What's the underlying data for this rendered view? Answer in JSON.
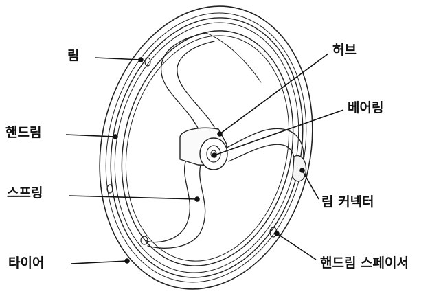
{
  "labels": {
    "rim": "림",
    "handrim": "핸드림",
    "spring": "스프링",
    "tire": "타이어",
    "hub": "허브",
    "bearing": "베어링",
    "rim_connector": "림 커넥터",
    "handrim_spacer": "핸드림 스페이서"
  }
}
